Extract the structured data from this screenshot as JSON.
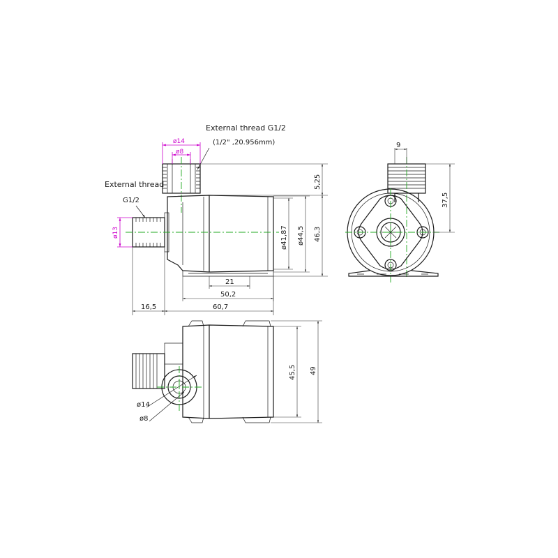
{
  "labels": {
    "ext_thread_top": "External thread G1/2",
    "ext_thread_sub": "(1/2\" ,20.956mm)",
    "ext_thread_left": "External thread",
    "g12_left": "G1/2"
  },
  "dims": {
    "d14_top": "ø14",
    "d8_top": "ø8",
    "d13": "ø13",
    "v525": "5,25",
    "v4187": "ø41,87",
    "v445": "ø44,5",
    "v463": "46,3",
    "h21": "21",
    "h502": "50,2",
    "h165": "16,5",
    "h607": "60,7",
    "w9": "9",
    "v375": "37,5",
    "v455": "45,5",
    "v49": "49",
    "d14_bot": "ø14",
    "d8_bot": "ø8"
  },
  "colors": {
    "outline": "#1a1a1a",
    "centerline": "#22aa22",
    "highlight_dim": "#cc00cc"
  }
}
